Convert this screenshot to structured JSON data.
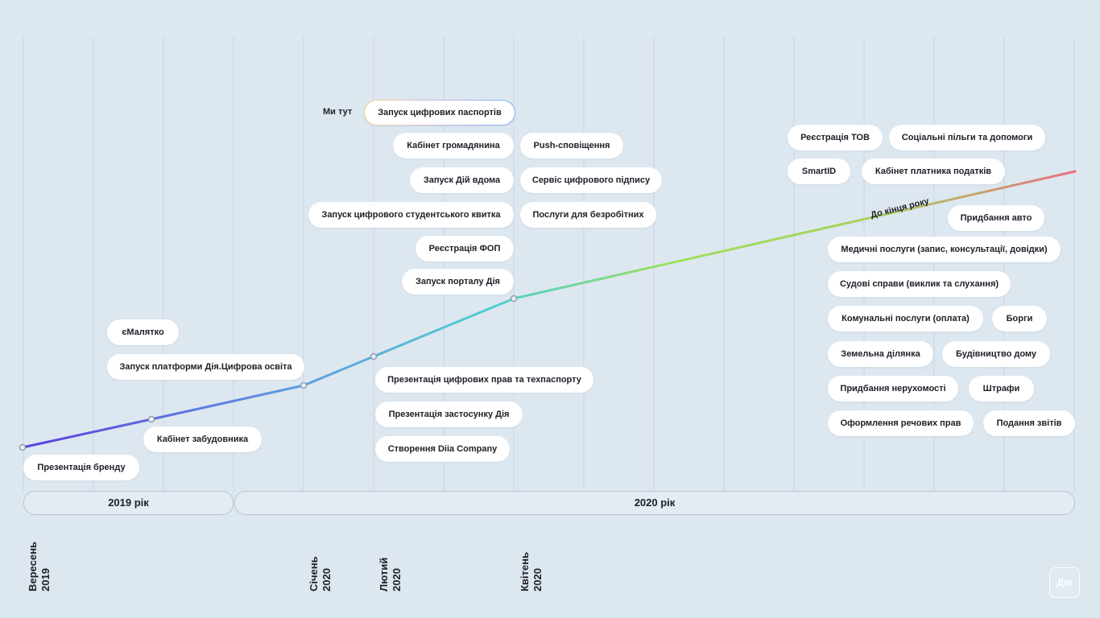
{
  "here_label": "Ми тут",
  "current_item": "Запуск цифрових паспортів",
  "end_of_year_label": "До кінця року",
  "years": [
    "2019 рік",
    "2020 рік"
  ],
  "months": [
    {
      "name": "Вересень",
      "year": "2019"
    },
    {
      "name": "Січень",
      "year": "2020"
    },
    {
      "name": "Лютий",
      "year": "2020"
    },
    {
      "name": "Квітень",
      "year": "2020"
    }
  ],
  "milestones": {
    "sep2019": [
      "Презентація бренду"
    ],
    "autumn2019": [
      "Кабінет забудовника"
    ],
    "winter2019": [
      "єМалятко",
      "Запуск платформи Дія.Цифрова освіта"
    ],
    "feb2020": [
      "Презентація цифрових прав та техпаспорту",
      "Презентація застосунку Дія",
      "Створення Diia Company"
    ],
    "spring2020_left": [
      "Кабінет громадянина",
      "Запуск Дій вдома",
      "Запуск цифрового студентського квитка",
      "Реєстрація ФОП",
      "Запуск порталу Дія"
    ],
    "spring2020_right": [
      "Push-сповіщення",
      "Сервіс цифрового підпису",
      "Послуги для безробітних"
    ],
    "end2020_top": [
      "Реєстрація ТОВ",
      "Соціальні пільги та допомоги",
      "SmartID",
      "Кабінет платника податків"
    ],
    "end2020": [
      "Придбання авто",
      "Медичні послуги (запис, консультації, довідки)",
      "Судові справи (виклик та слухання)",
      "Комунальні послуги (оплата)",
      "Борги",
      "Земельна ділянка",
      "Будівництво дому",
      "Придбання нерухомості",
      "Штрафи",
      "Оформлення речових прав",
      "Подання звітів"
    ]
  },
  "logo_text": "Дія",
  "colors": {
    "background": "#dde7f0",
    "line_start": "#5b3fe0",
    "line_mid": "#4fc3dc",
    "line_green": "#9ee05a",
    "line_end": "#e8707e"
  }
}
